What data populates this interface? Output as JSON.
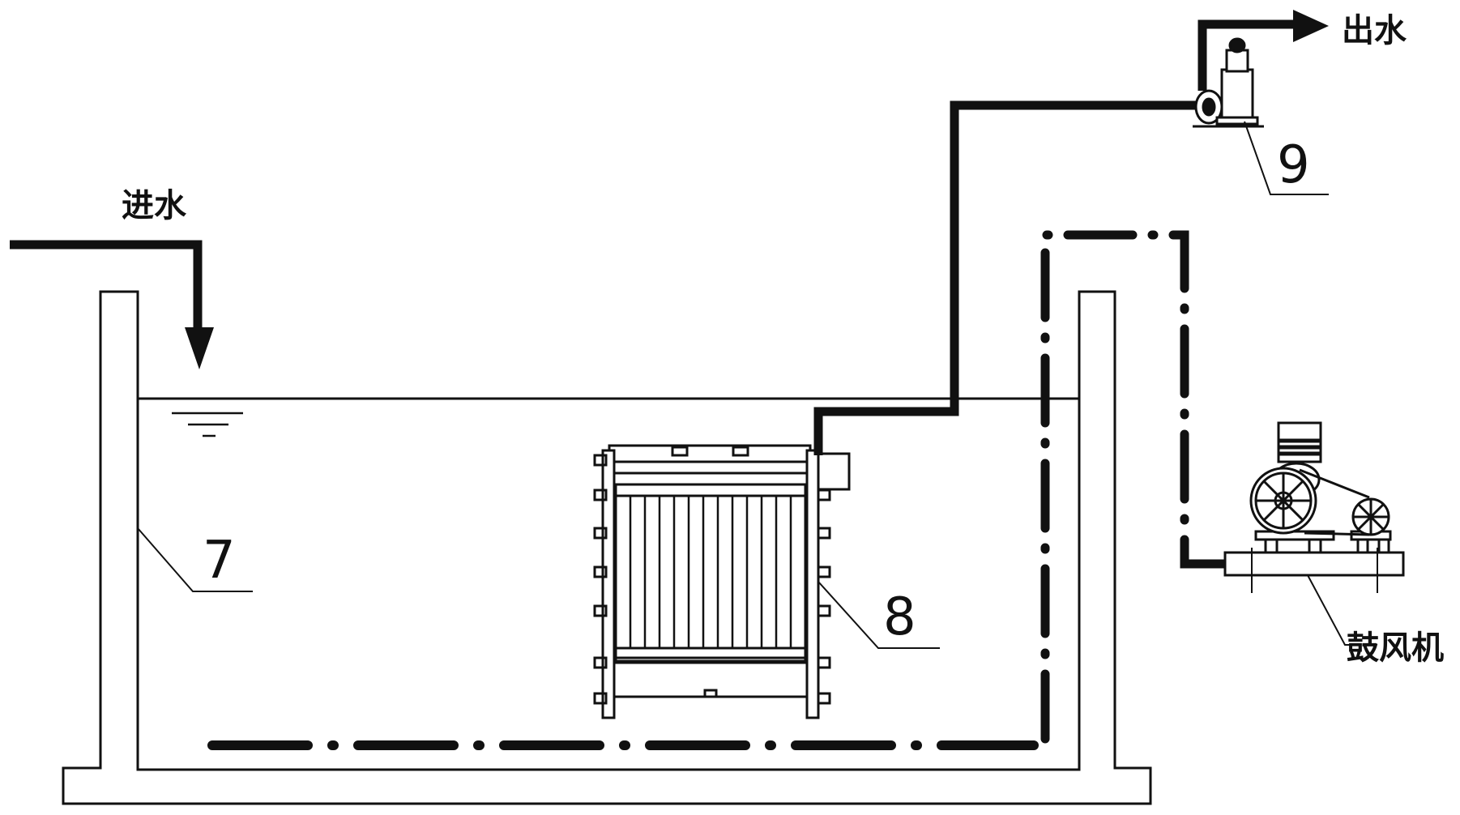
{
  "labels": {
    "inlet": "进水",
    "outlet": "出水",
    "blower": "鼓风机",
    "tank_callout": "7",
    "membrane_callout": "8",
    "pump_callout": "9"
  },
  "colors": {
    "line": "#111111",
    "background": "#ffffff"
  }
}
